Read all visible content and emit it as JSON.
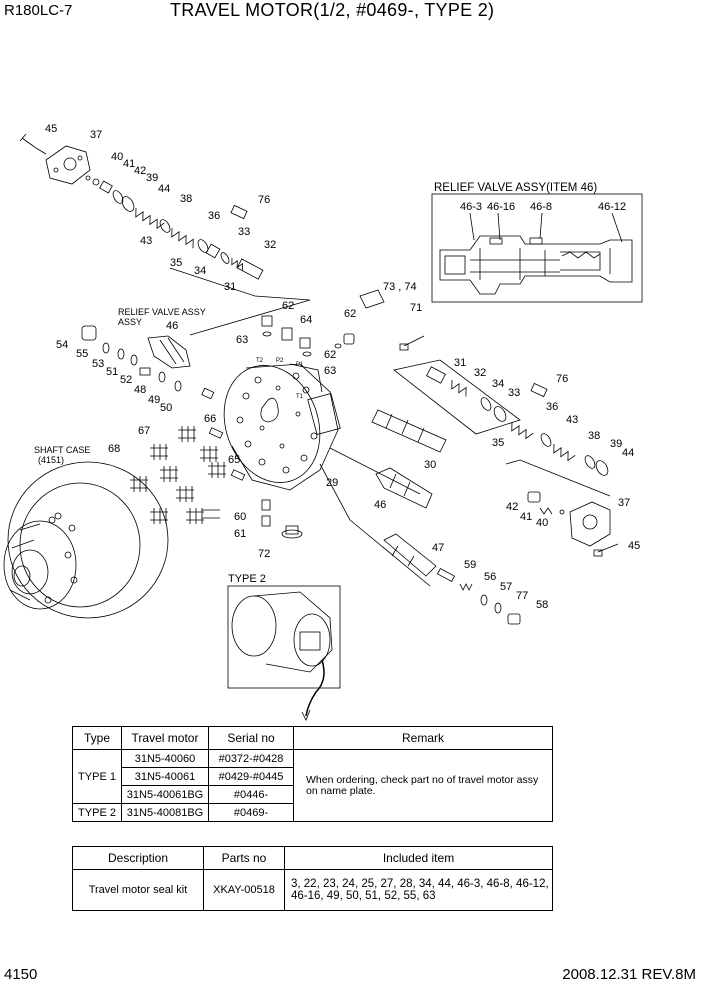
{
  "header": {
    "model": "R180LC-7",
    "title": "TRAVEL MOTOR(1/2, #0469-, TYPE 2)"
  },
  "footer": {
    "page": "4150",
    "date_rev": "2008.12.31  REV.8M"
  },
  "diagram": {
    "relief_box_title": "RELIEF VALVE ASSY(ITEM 46)",
    "relief_valve_label": "RELIEF VALVE ASSY",
    "shaft_case_label": "SHAFT CASE",
    "shaft_case_ref": "(4151)",
    "type2_label": "TYPE 2",
    "port_labels": [
      "T2",
      "P2",
      "P1",
      "T1"
    ],
    "callouts": {
      "c45a": "45",
      "c37a": "37",
      "c40a": "40",
      "c41a": "41",
      "c42a": "42",
      "c39a": "39",
      "c44a": "44",
      "c38a": "38",
      "c76a": "76",
      "c36a": "36",
      "c43a": "43",
      "c33a": "33",
      "c32a": "32",
      "c35a": "35",
      "c34a": "34",
      "c31a": "31",
      "c7374": "73 , 74",
      "c71": "71",
      "c62a": "62",
      "c64": "64",
      "c63a": "63",
      "c62b": "62",
      "c62c": "62",
      "c63b": "63",
      "c46a": "46",
      "c54": "54",
      "c55": "55",
      "c53": "53",
      "c51": "51",
      "c52": "52",
      "c48": "48",
      "c49": "49",
      "c50": "50",
      "c66": "66",
      "c67": "67",
      "c68": "68",
      "c65": "65",
      "c29": "29",
      "c60": "60",
      "c61": "61",
      "c72": "72",
      "c31b": "31",
      "c32b": "32",
      "c34b": "34",
      "c33b": "33",
      "c76b": "76",
      "c36b": "36",
      "c35b": "35",
      "c43b": "43",
      "c38b": "38",
      "c39b": "39",
      "c44b": "44",
      "c30": "30",
      "c46b": "46",
      "c42b": "42",
      "c41b": "41",
      "c40b": "40",
      "c37b": "37",
      "c45b": "45",
      "c47": "47",
      "c59": "59",
      "c56": "56",
      "c57": "57",
      "c77": "77",
      "c58": "58",
      "r463": "46-3",
      "r4616": "46-16",
      "r468": "46-8",
      "r4612": "46-12"
    }
  },
  "type_table": {
    "headers": [
      "Type",
      "Travel motor",
      "Serial no",
      "Remark"
    ],
    "rows": [
      {
        "type": "",
        "motor": "31N5-40060",
        "serial": "#0372-#0428"
      },
      {
        "type": "TYPE 1",
        "motor": "31N5-40061",
        "serial": "#0429-#0445"
      },
      {
        "type": "",
        "motor": "31N5-40061BG",
        "serial": "#0446-"
      },
      {
        "type": "TYPE 2",
        "motor": "31N5-40081BG",
        "serial": "#0469-"
      }
    ],
    "remark": "When ordering, check part no of travel motor assy on name plate."
  },
  "kit_table": {
    "headers": [
      "Description",
      "Parts no",
      "Included item"
    ],
    "rows": [
      {
        "description": "Travel motor seal kit",
        "parts_no": "XKAY-00518",
        "included": "3, 22, 23, 24, 25, 27, 28, 34, 44, 46-3, 46-8, 46-12, 46-16, 49, 50, 51, 52, 55, 63"
      }
    ]
  }
}
